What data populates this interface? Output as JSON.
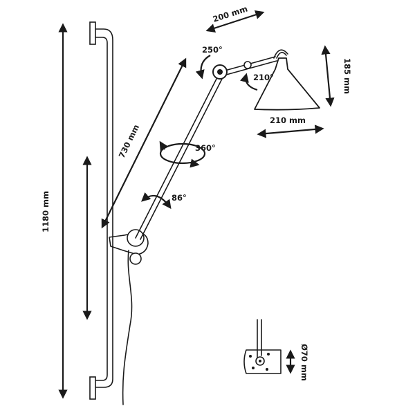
{
  "dimensions": {
    "total_height": "1180 mm",
    "arm_length": "730 mm",
    "upper_arm": "200 mm",
    "shade_height": "185 mm",
    "shade_width": "210 mm",
    "base_diameter": "Ø70 mm"
  },
  "angles": {
    "elbow_rotation": "250°",
    "shade_tilt": "210°",
    "arm_rotation": "360°",
    "base_tilt": "86°"
  }
}
